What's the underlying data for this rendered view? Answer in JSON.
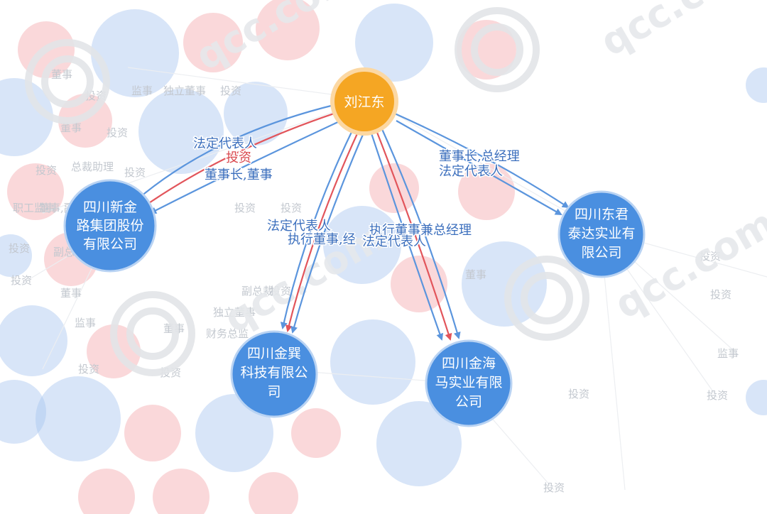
{
  "graph": {
    "center": {
      "label": "刘江东",
      "color": "#f5a623",
      "ring": "#fcd8a3"
    },
    "companies": [
      {
        "id": "c1",
        "lines": [
          "四川新金",
          "路集团股份",
          "有限公司"
        ],
        "color": "#4a8fe0"
      },
      {
        "id": "c2",
        "lines": [
          "四川金巽",
          "科技有限公",
          "司"
        ],
        "color": "#4a8fe0"
      },
      {
        "id": "c3",
        "lines": [
          "四川金海",
          "马实业有限",
          "公司"
        ],
        "color": "#4a8fe0"
      },
      {
        "id": "c4",
        "lines": [
          "四川东君",
          "泰达实业有",
          "限公司"
        ],
        "color": "#4a8fe0"
      }
    ],
    "edge_labels": {
      "c1": [
        "法定代表人",
        "投资",
        "董事长,董事"
      ],
      "c2": [
        "法定代表人",
        "执行董事,经"
      ],
      "c3": [
        "执行董事兼总经理",
        "法定代表人"
      ],
      "c4": [
        "董事长,总经理",
        "法定代表人"
      ]
    }
  },
  "background_labels": [
    "董事",
    "投资",
    "监事",
    "独立董事",
    "投资",
    "董事",
    "投资",
    "总裁助理",
    "投资",
    "投资",
    "职工监事",
    "董事,副总",
    "投资",
    "副总裁,董事局秘书",
    "投资",
    "董事",
    "投资",
    "投资",
    "副总裁",
    "投资",
    "独立董事",
    "财务总监",
    "董事",
    "监事",
    "投资",
    "投资",
    "董事",
    "投资",
    "投资",
    "监事",
    "投资",
    "投资",
    "投资"
  ],
  "watermark": "qcc.com",
  "colors": {
    "edge_blue": "#5b95dd",
    "edge_red": "#e2555b"
  }
}
